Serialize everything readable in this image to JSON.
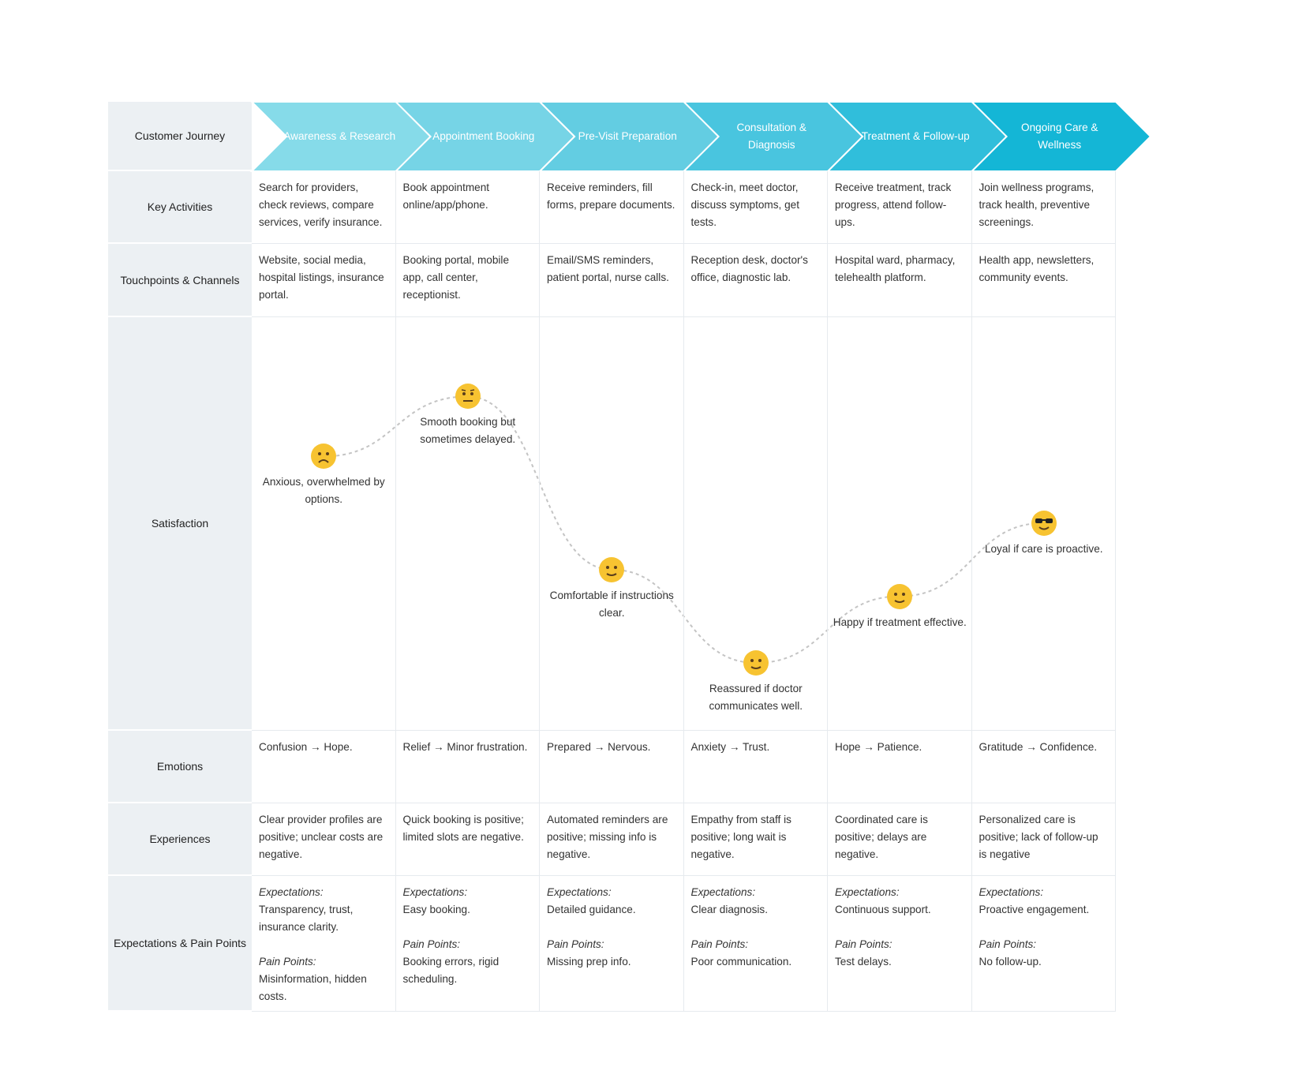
{
  "row_labels": {
    "journey": "Customer Journey",
    "activities": "Key Activities",
    "touchpoints": "Touchpoints & Channels",
    "satisfaction": "Satisfaction",
    "emotions": "Emotions",
    "experiences": "Experiences",
    "expectations": "Expectations & Pain Points"
  },
  "expectations_label": "Expectations:",
  "pain_points_label": "Pain Points:",
  "stages": [
    {
      "name": "Awareness & Research",
      "activities": "Search for providers, check reviews, compare services, verify insurance.",
      "touchpoints": "Website, social media, hospital listings, insurance portal.",
      "satisfaction_note": "Anxious, overwhelmed by options.",
      "face": "worried-face-icon",
      "satisfaction_level": 0.62,
      "emotions": "Confusion → Hope.",
      "experiences": "Clear provider profiles are positive; unclear costs are negative.",
      "expectations": "Transparency, trust, insurance clarity.",
      "pain_points": "Misinformation, hidden costs."
    },
    {
      "name": "Appointment Booking",
      "activities": "Book appointment online/app/phone.",
      "touchpoints": "Booking portal, mobile app, call center, receptionist.",
      "satisfaction_note": "Smooth booking but sometimes delayed.",
      "face": "neutral-face-icon",
      "satisfaction_level": 0.8,
      "emotions": "Relief → Minor frustration.",
      "experiences": "Quick booking is positive; limited slots are negative.",
      "expectations": "Easy booking.",
      "pain_points": "Booking errors, rigid scheduling."
    },
    {
      "name": "Pre-Visit Preparation",
      "activities": "Receive reminders, fill forms, prepare documents.",
      "touchpoints": "Email/SMS reminders, patient portal, nurse calls.",
      "satisfaction_note": "Comfortable if instructions clear.",
      "face": "slight-smile-icon",
      "satisfaction_level": 0.28,
      "emotions": "Prepared → Nervous.",
      "experiences": "Automated reminders are positive; missing info is negative.",
      "expectations": "Detailed guidance.",
      "pain_points": "Missing prep info."
    },
    {
      "name": "Consultation & Diagnosis",
      "activities": "Check-in, meet doctor, discuss symptoms, get tests.",
      "touchpoints": "Reception desk, doctor's office, diagnostic lab.",
      "satisfaction_note": "Reassured if doctor communicates well.",
      "face": "slight-smile-icon",
      "satisfaction_level": 0.0,
      "emotions": "Anxiety → Trust.",
      "experiences": "Empathy from staff is positive; long wait is negative.",
      "expectations": "Clear diagnosis.",
      "pain_points": "Poor communication."
    },
    {
      "name": "Treatment & Follow-up",
      "activities": "Receive treatment, track progress, attend follow-ups.",
      "touchpoints": "Hospital ward, pharmacy, telehealth platform.",
      "satisfaction_note": "Happy if treatment effective.",
      "face": "slight-smile-icon",
      "satisfaction_level": 0.2,
      "emotions": "Hope → Patience.",
      "experiences": "Coordinated care is positive; delays are negative.",
      "expectations": "Continuous support.",
      "pain_points": "Test delays."
    },
    {
      "name": "Ongoing Care & Wellness",
      "activities": "Join wellness programs, track health, preventive screenings.",
      "touchpoints": "Health app, newsletters, community events.",
      "satisfaction_note": "Loyal if care is proactive.",
      "face": "sunglasses-face-icon",
      "satisfaction_level": 0.42,
      "emotions": "Gratitude → Confidence.",
      "experiences": "Personalized care is positive; lack of follow-up is negative",
      "expectations": "Proactive engagement.",
      "pain_points": "No follow-up."
    }
  ],
  "colors": {
    "label_bg": "#ecf0f3",
    "chevron_gradient": [
      "#86dbe9",
      "#76d4e6",
      "#63cde2",
      "#49c5df",
      "#30bedb",
      "#14b6d6"
    ],
    "emoji": "#f7c331",
    "curve": "#c4c4c4"
  }
}
